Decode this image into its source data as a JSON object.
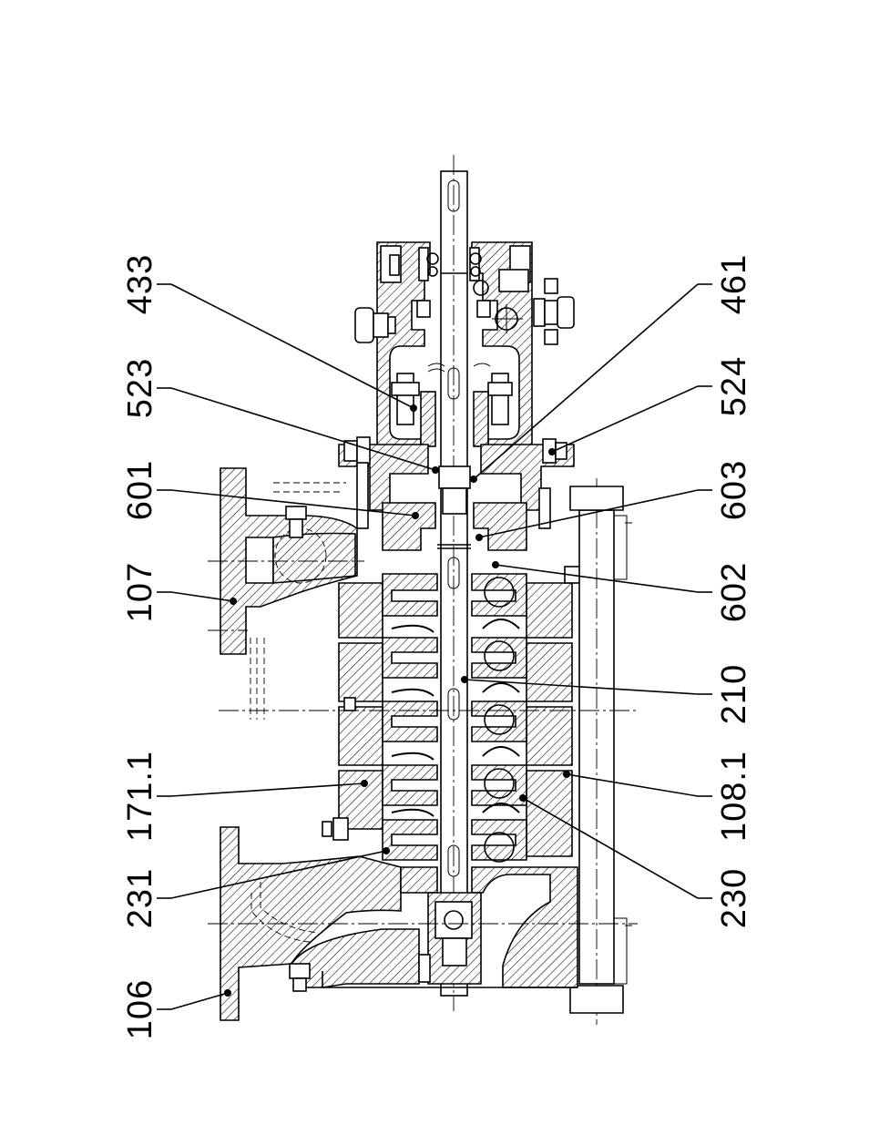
{
  "diagram": {
    "callouts_left": [
      {
        "id": "433",
        "label": "433"
      },
      {
        "id": "523",
        "label": "523"
      },
      {
        "id": "601",
        "label": "601"
      },
      {
        "id": "107",
        "label": "107"
      },
      {
        "id": "171-1",
        "label": "171.1"
      },
      {
        "id": "231",
        "label": "231"
      },
      {
        "id": "106",
        "label": "106"
      }
    ],
    "callouts_right": [
      {
        "id": "461",
        "label": "461"
      },
      {
        "id": "524",
        "label": "524"
      },
      {
        "id": "603",
        "label": "603"
      },
      {
        "id": "602",
        "label": "602"
      },
      {
        "id": "210",
        "label": "210"
      },
      {
        "id": "108-1",
        "label": "108.1"
      },
      {
        "id": "230",
        "label": "230"
      }
    ]
  }
}
